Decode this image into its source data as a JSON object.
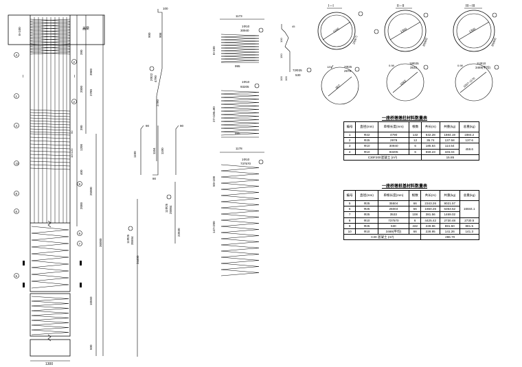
{
  "pier": {
    "cap_label": "盖梁",
    "dim_top_spacing": "8×100",
    "dims_right": [
      "390",
      "2000",
      "390",
      "1200",
      "400"
    ],
    "dims_right2": [
      "3960",
      "2780"
    ],
    "dim_pile1": "25000",
    "dim_total": "36000",
    "dim_pile2": "10550",
    "dim_bottom": "500",
    "dim_width": "1300",
    "dim_mid_small": [
      "50",
      "10×120",
      "8×120"
    ],
    "section_marks": [
      "I",
      "I",
      "II",
      "II",
      "III",
      "III"
    ],
    "callouts_left": [
      "4",
      "1",
      "4",
      "10",
      "8",
      "6",
      "5"
    ],
    "callouts_right": [
      "2",
      "2",
      "9",
      "9",
      "7"
    ]
  },
  "bars": {
    "bar1_top": "100",
    "bar1_dims": [
      "900",
      "906",
      "2780"
    ],
    "bar1_label": "2Φ22",
    "bar1_no": "1",
    "bar1_len": "4790",
    "bar3_dims": [
      "1100",
      "1104",
      "90",
      "90",
      "1100",
      "90"
    ],
    "bar6_label": "11Φ25",
    "bar6_no": "6",
    "bar6_len": "25004",
    "bar6_dim": "23930",
    "bar5_label": "11Φ25",
    "bar5_no": "5",
    "bar5_len": "35504",
    "bar5_dim": "34400"
  },
  "spirals": [
    {
      "top_dim": "1173",
      "label": "1Φ10",
      "no": "3",
      "len": "30940",
      "side_dim": "8×100",
      "bottom_dim": "995"
    },
    {
      "label": "1Φ10",
      "no": "4",
      "len": "93205",
      "side_dim": "27×100=80",
      "bottom_dim": "995"
    },
    {
      "top_dim": "1178",
      "label": "1Φ10",
      "no": "8",
      "len": "737570",
      "side_dim1": "50×100",
      "side_dim2": "147×200"
    }
  ],
  "small_bar": {
    "dims": [
      "45",
      "100",
      "150",
      "100",
      "100"
    ],
    "label": "72Φ25",
    "no": "9",
    "len": "530"
  },
  "sections": [
    {
      "title": "I－I",
      "dia": "1100",
      "cover": "20(Φ7)",
      "no": "1"
    },
    {
      "title": "II－II",
      "dia": "1300",
      "cover": "80(Φ6)",
      "no": "5",
      "no_left": "6"
    },
    {
      "title": "III－III",
      "dia": "1300",
      "cover": "80(Φ6)",
      "no": "5"
    }
  ],
  "hoops": [
    {
      "top": "120",
      "label": "2Φ25",
      "len": "2978",
      "no": "2",
      "inner": "907"
    },
    {
      "top": "0.98",
      "label": "18Φ25",
      "len": "3533",
      "no": "7",
      "inner": "1063"
    },
    {
      "top": "0.98",
      "label": "11Φ10",
      "len": "3469(平均)",
      "no": "10",
      "inner": "1007~1170"
    }
  ],
  "table1": {
    "title": "一座桥墩墩柱材料数量表",
    "headers": [
      "编号",
      "直径(mm)",
      "单根长度(mm)",
      "根数",
      "共长(m)",
      "共重(kg)",
      "总重(kg)"
    ],
    "rows": [
      [
        "1",
        "Φ22",
        "4790",
        "132",
        "632.28",
        "1884.19",
        "1884.2"
      ],
      [
        "2",
        "Φ25",
        "2978",
        "12",
        "35.74",
        "137.58",
        "137.6"
      ],
      [
        "3",
        "Φ10",
        "30940",
        "6",
        "185.64",
        "114.54",
        ""
      ],
      [
        "4",
        "Φ10",
        "93205",
        "6",
        "559.23",
        "345.04",
        ""
      ]
    ],
    "merged_total": "459.6",
    "concrete_label": "C30F200混凝土 (m³)",
    "concrete_value": "15.85"
  },
  "table2": {
    "title": "一座桥墩桩基材料数量表",
    "headers": [
      "编号",
      "直径(mm)",
      "单根长度(mm)",
      "根数",
      "共长(m)",
      "共重(kg)",
      "总重(kg)"
    ],
    "rows": [
      [
        "5",
        "Φ25",
        "35504",
        "66",
        "2343.26",
        "9021.57",
        ""
      ],
      [
        "6",
        "Φ25",
        "25004",
        "66",
        "1650.26",
        "6353.52",
        ""
      ],
      [
        "7",
        "Φ25",
        "3533",
        "108",
        "381.56",
        "1469.02",
        ""
      ],
      [
        "8",
        "Φ10",
        "737570",
        "6",
        "4425.42",
        "2730.48",
        "2730.5"
      ],
      [
        "9",
        "Φ25",
        "530",
        "432",
        "228.96",
        "881.50",
        "881.5"
      ],
      [
        "10",
        "Φ10",
        "3469(平均)",
        "66",
        "228.95",
        "141.26",
        "141.3"
      ]
    ],
    "merged_total": "16844.1",
    "concrete_label": "C30 混凝土 (m³)",
    "concrete_value": "286.70"
  }
}
